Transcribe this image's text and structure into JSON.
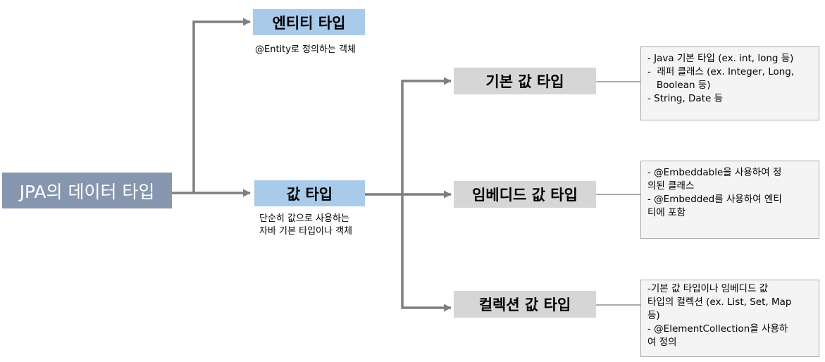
{
  "root": {
    "label": "JPA의 데이터 타입"
  },
  "entity": {
    "label": "엔티티 타입",
    "caption": "@Entity로 정의하는 객체"
  },
  "value": {
    "label": "값 타입",
    "caption_lines": [
      "단순히 값으로 사용하는",
      "자바 기본 타입이나 객체"
    ]
  },
  "basic": {
    "label": "기본 값 타입",
    "note_lines": [
      "- Java 기본 타입 (ex. int, long 등)",
      "-  래퍼 클래스 (ex. Integer, Long,",
      "   Boolean 등)",
      "- String, Date 등"
    ]
  },
  "embedded": {
    "label": "임베디드 값 타입",
    "note_lines": [
      "- @Embeddable을 사용하여 정",
      "의된 클래스",
      "- @Embedded를 사용하여 엔티",
      "티에 포함"
    ]
  },
  "collection": {
    "label": "컬렉션 값 타입",
    "note_lines": [
      "-기본 값 타입이나 임베디드 값",
      "타입의 컬렉션 (ex. List, Set, Map",
      "등)",
      "- @ElementCollection을 사용하",
      "여 정의"
    ]
  },
  "colors": {
    "root_fill": "#8696AF",
    "blue_fill": "#A9CBEA",
    "gray_fill": "#D6D6D6",
    "arrow": "#7F7F7F",
    "note_line": "#AAAAAA",
    "note_fill": "#F4F4F4"
  }
}
